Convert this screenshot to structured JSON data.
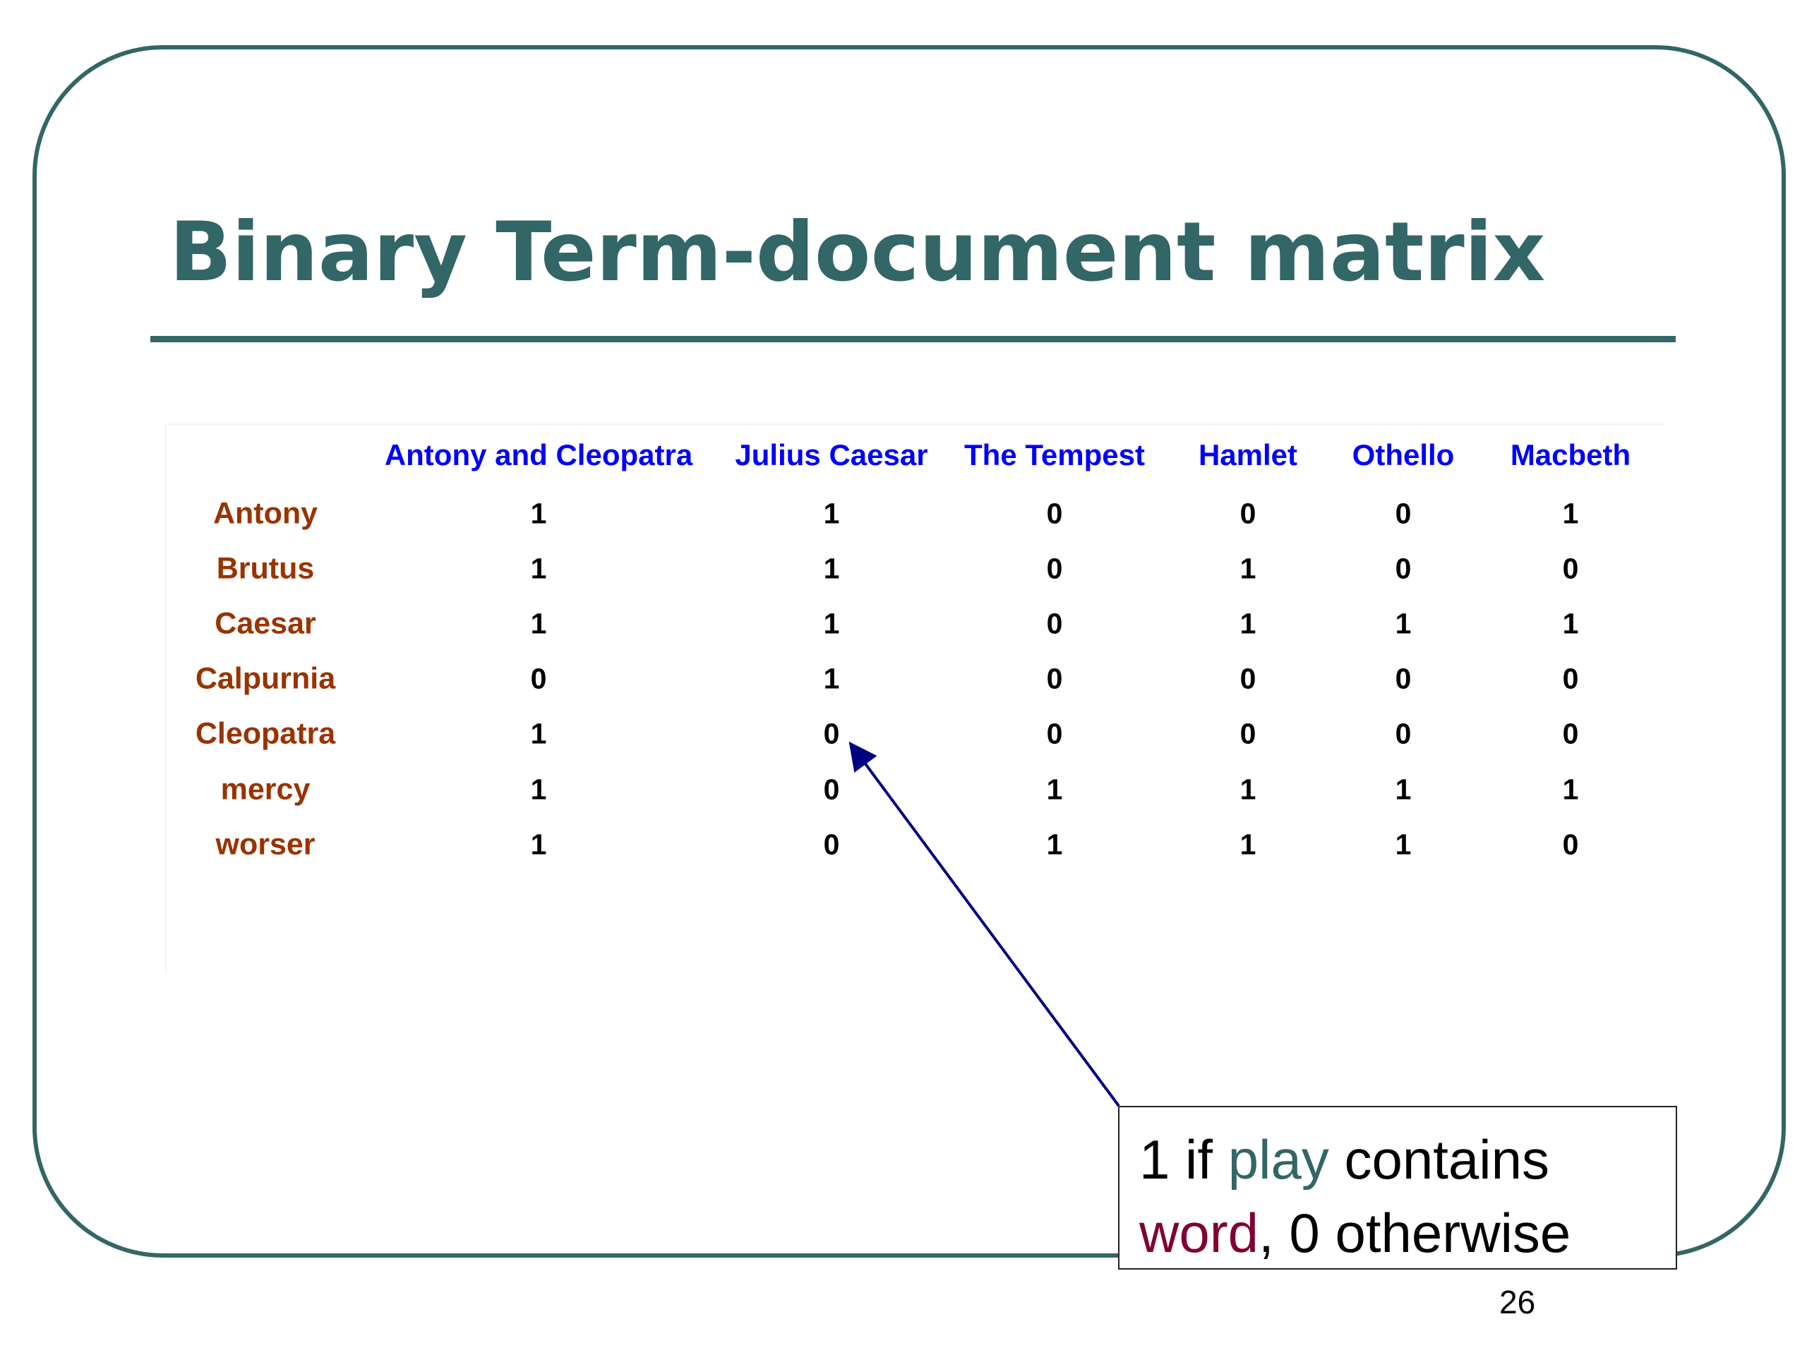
{
  "slide": {
    "title": "Binary Term-document matrix",
    "page_number": "26",
    "colors": {
      "frame": "#336666",
      "title": "#336666",
      "column_headers": "#0000ff",
      "row_headers": "#993300",
      "play_word": "#336666",
      "word_word": "#800033",
      "arrow": "#000080"
    }
  },
  "matrix": {
    "columns": [
      "Antony and Cleopatra",
      "Julius Caesar",
      "The Tempest",
      "Hamlet",
      "Othello",
      "Macbeth"
    ],
    "rows": [
      {
        "term": "Antony",
        "values": [
          "1",
          "1",
          "0",
          "0",
          "0",
          "1"
        ]
      },
      {
        "term": "Brutus",
        "values": [
          "1",
          "1",
          "0",
          "1",
          "0",
          "0"
        ]
      },
      {
        "term": "Caesar",
        "values": [
          "1",
          "1",
          "0",
          "1",
          "1",
          "1"
        ]
      },
      {
        "term": "Calpurnia",
        "values": [
          "0",
          "1",
          "0",
          "0",
          "0",
          "0"
        ]
      },
      {
        "term": "Cleopatra",
        "values": [
          "1",
          "0",
          "0",
          "0",
          "0",
          "0"
        ]
      },
      {
        "term": "mercy",
        "values": [
          "1",
          "0",
          "1",
          "1",
          "1",
          "1"
        ]
      },
      {
        "term": "worser",
        "values": [
          "1",
          "0",
          "1",
          "1",
          "1",
          "0"
        ]
      }
    ]
  },
  "callout": {
    "line1_prefix": "1 if ",
    "line1_highlight": "play",
    "line1_suffix": " contains",
    "line2_highlight": "word",
    "line2_suffix": ", 0 otherwise"
  }
}
